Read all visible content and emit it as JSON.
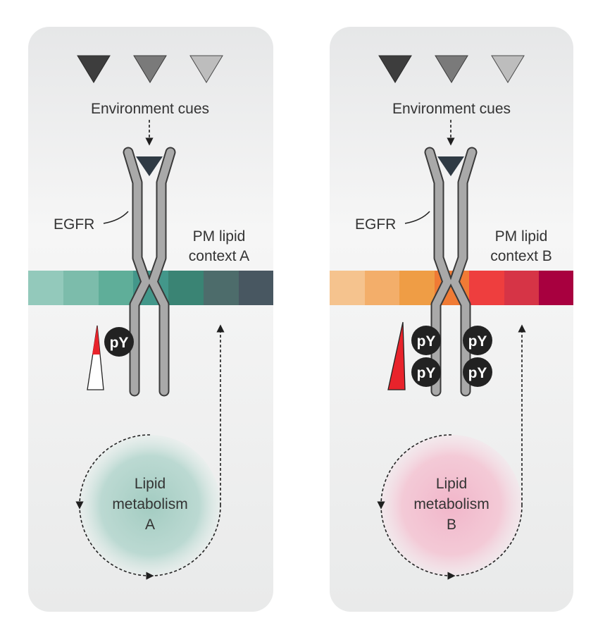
{
  "panels": [
    {
      "id": "A",
      "cues_label": "Environment cues",
      "receptor_label": "EGFR",
      "pm_label_line1": "PM lipid",
      "pm_label_line2": "context A",
      "metabolism_line1": "Lipid",
      "metabolism_line2": "metabolism",
      "metabolism_line3": "A",
      "phospho_label": "pY",
      "phospho_count": 1,
      "membrane_colors": [
        "#93c9bb",
        "#7cbcab",
        "#5fae99",
        "#43978a",
        "#3a8474",
        "#4d6c6b",
        "#485761"
      ],
      "circle_color": "#a9cfc5",
      "cue_colors": [
        "#3d3d3d",
        "#7a7a7a",
        "#bdbdbd"
      ]
    },
    {
      "id": "B",
      "cues_label": "Environment cues",
      "receptor_label": "EGFR",
      "pm_label_line1": "PM lipid",
      "pm_label_line2": "context B",
      "metabolism_line1": "Lipid",
      "metabolism_line2": "metabolism",
      "metabolism_line3": "B",
      "phospho_label": "pY",
      "phospho_count": 4,
      "membrane_colors": [
        "#f5c38e",
        "#f3ae6a",
        "#ef9d45",
        "#f07b35",
        "#ee3e3e",
        "#d63446",
        "#a8003f"
      ],
      "circle_color": "#f0bfd0",
      "cue_colors": [
        "#3d3d3d",
        "#7a7a7a",
        "#bdbdbd"
      ]
    }
  ],
  "colors": {
    "panel_bg": "#eeeeee",
    "receptor_fill": "#a9a9a9",
    "receptor_stroke": "#3a3a3a",
    "ligand": "#2f3a44",
    "gradient_red": "#e8232b"
  }
}
